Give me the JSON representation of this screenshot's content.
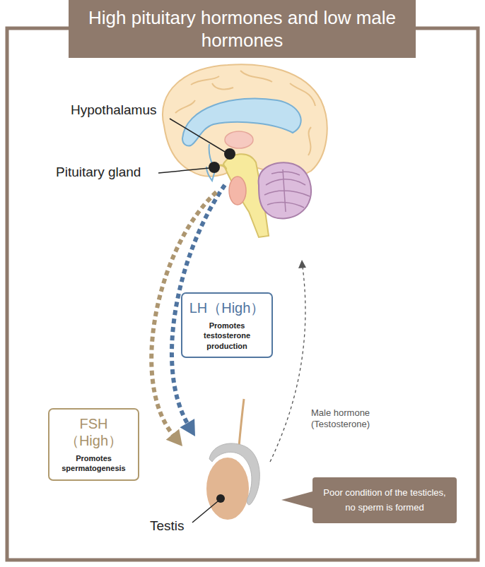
{
  "diagram": {
    "title": "High pituitary hormones and low male hormones",
    "nodes": [
      {
        "text": [
          "Hypothalamus"
        ]
      },
      {
        "text": [
          "Pituitary gland"
        ]
      },
      {
        "text": [
          "LH（High）",
          "Promotes testosterone production"
        ]
      },
      {
        "text": [
          "FSH（High）",
          "Promotes spermatogenesis"
        ]
      },
      {
        "text": [
          "Testis"
        ]
      },
      {
        "text": [
          "Poor condition of the testicles, no sperm is formed"
        ]
      }
    ],
    "edges": [
      {
        "from": 1,
        "to": 4,
        "arrow": "to"
      },
      {
        "from": 1,
        "to": 4,
        "arrow": "to"
      }
    ],
    "labels": [
      "Male hormone (Testosterone)"
    ]
  }
}
